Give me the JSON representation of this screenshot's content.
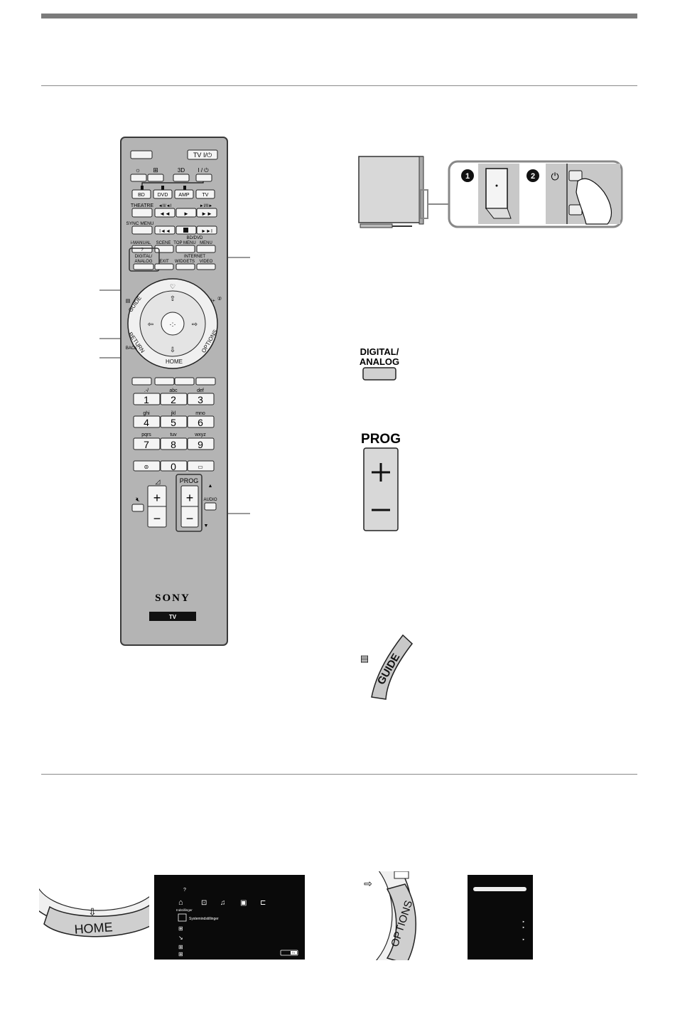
{
  "remote": {
    "tv_power_label": "TV I/⏻",
    "top_row": [
      "☼",
      "⊞",
      "3D",
      "I / ⏻"
    ],
    "source_buttons": [
      "BD",
      "DVD",
      "AMP",
      "TV"
    ],
    "theatre_label": "THEATRE",
    "transport_top": [
      "◄II/◄I",
      "►I/II►"
    ],
    "sync_menu_label": "SYNC MENU",
    "bd_dvd_label": "BD/DVD",
    "row_labels_1": [
      "i-MANUAL",
      "SCENE",
      "TOP MENU",
      "MENU"
    ],
    "internet_label": "INTERNET",
    "digital_analog_label_1": "DIGITAL/",
    "digital_analog_label_2": "ANALOG",
    "row_labels_2": [
      "EXIT",
      "WIDGETS",
      "VIDEO"
    ],
    "guide_label": "GUIDE",
    "return_label": "RETURN",
    "options_label": "OPTIONS",
    "home_label": "HOME",
    "back_label": "BACK",
    "numpad": [
      {
        "sub": ".-/",
        "num": "1"
      },
      {
        "sub": "abc",
        "num": "2"
      },
      {
        "sub": "def",
        "num": "3"
      },
      {
        "sub": "ghi",
        "num": "4"
      },
      {
        "sub": "jkl",
        "num": "5"
      },
      {
        "sub": "mno",
        "num": "6"
      },
      {
        "sub": "pqrs",
        "num": "7"
      },
      {
        "sub": "tuv",
        "num": "8"
      },
      {
        "sub": "wxyz",
        "num": "9"
      }
    ],
    "zero_label": "0",
    "prog_label": "PROG",
    "audio_label": "AUDIO",
    "plus_label": "+",
    "minus_label": "−",
    "brand": "SONY",
    "tv_badge": "TV"
  },
  "right": {
    "step_1": "1",
    "step_2": "2",
    "digital_analog_1": "DIGITAL/",
    "digital_analog_2": "ANALOG",
    "prog_title": "PROG",
    "guide_label": "GUIDE"
  },
  "bottom": {
    "home_label": "HOME",
    "options_label": "OPTIONS",
    "menu_help": "?",
    "menu_category": "Indstillinger",
    "menu_item": "Systemindstillinger",
    "menu_tv_badge": "TV"
  }
}
